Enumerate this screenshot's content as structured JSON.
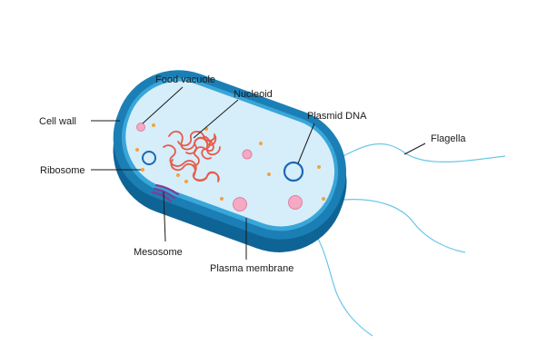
{
  "labels": {
    "food_vacuole": "Food vacuole",
    "nucleoid": "Nucleoid",
    "cell_wall": "Cell wall",
    "plasmid_dna": "Plasmid DNA",
    "flagella": "Flagella",
    "ribosome": "Ribosome",
    "mesosome": "Mesosome",
    "plasma_membrane": "Plasma membrane"
  },
  "colors": {
    "cell_wall_outer": "#1b7fb5",
    "cell_wall_dark": "#0f6496",
    "membrane": "#39a6da",
    "cytoplasm": "#d5eefa",
    "plasmid": "#1d67b3",
    "nucleoid": "#e85a4a",
    "vacuole": "#f5a9c3",
    "ribosome": "#f0a33d",
    "mesosome": "#7b3f98",
    "flagella": "#6cc6e8"
  }
}
